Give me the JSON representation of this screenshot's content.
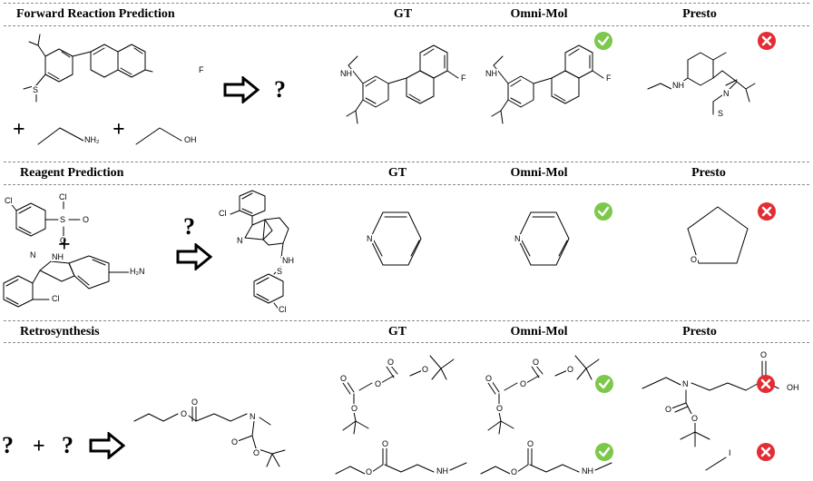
{
  "sections": {
    "forward": {
      "title": "Forward Reaction Prediction"
    },
    "reagent": {
      "title": "Reagent Prediction"
    },
    "retro": {
      "title": "Retrosynthesis"
    }
  },
  "columns": {
    "gt": "GT",
    "omni": "Omni-Mol",
    "presto": "Presto"
  },
  "symbols": {
    "question": "?",
    "plus": "+"
  },
  "atoms": {
    "F": "F",
    "O": "O",
    "OH": "OH",
    "NH2": "NH₂",
    "N": "N",
    "S": "S",
    "Cl": "Cl",
    "NH": "NH",
    "H2N": "H₂N",
    "I": "I",
    "N_H": "N",
    "O_ring": "O"
  },
  "badges": {
    "correct_color": "#7cc84a",
    "wrong_color": "#e42c33"
  },
  "results": {
    "forward": {
      "omni": "correct",
      "presto": "wrong"
    },
    "reagent": {
      "omni": "correct",
      "presto": "wrong"
    },
    "retro": {
      "omni_1": "correct",
      "omni_2": "correct",
      "presto_1": "wrong",
      "presto_2": "wrong"
    }
  },
  "icons": {
    "correct": "check-circle-icon",
    "wrong": "x-circle-icon",
    "arrow": "hollow-right-arrow-icon"
  }
}
